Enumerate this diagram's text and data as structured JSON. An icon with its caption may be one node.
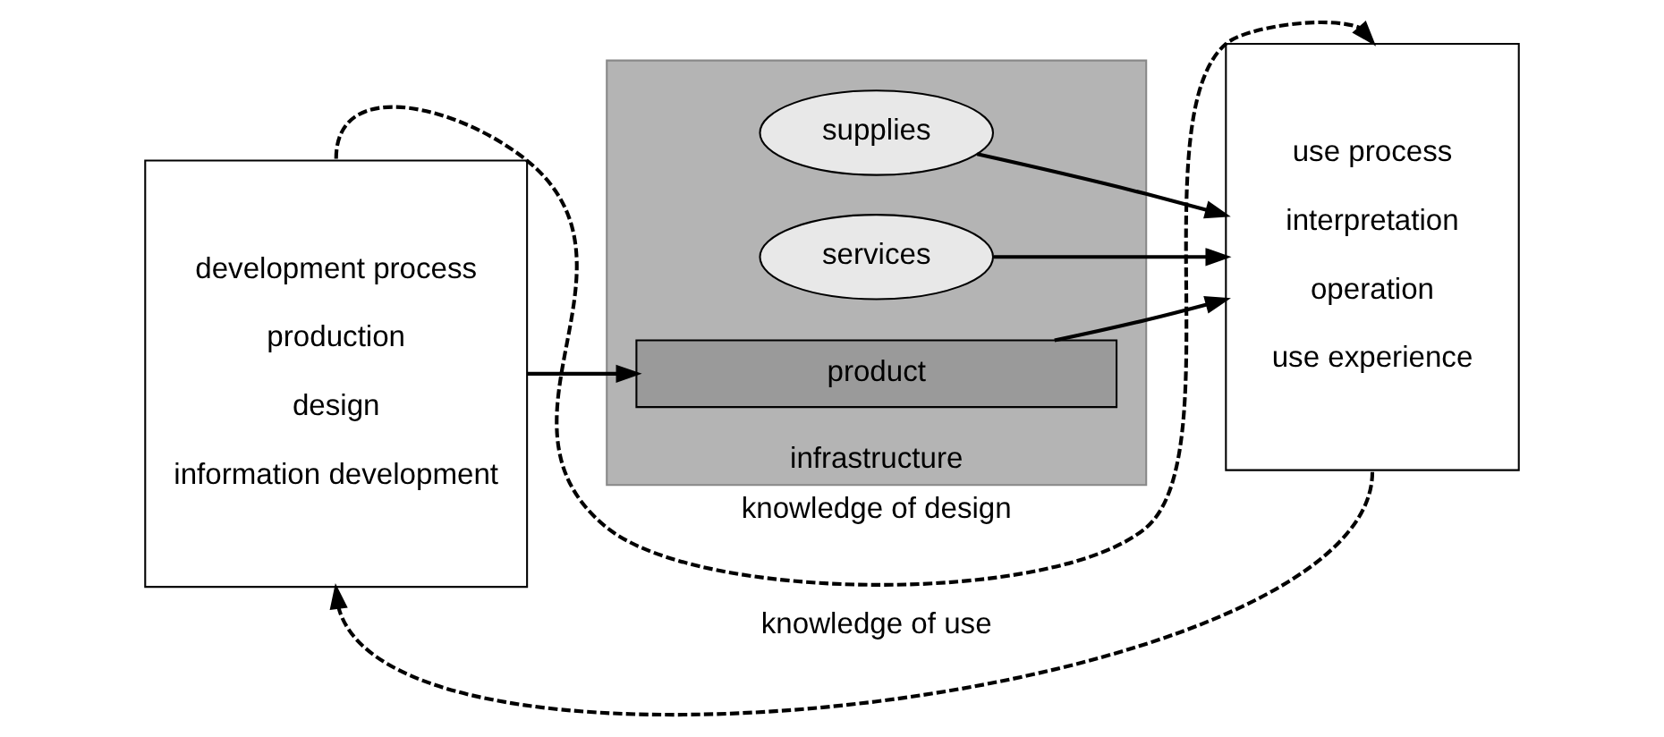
{
  "diagram": {
    "nodes": [
      {
        "text": [
          "development process",
          "production",
          "design",
          "information development"
        ]
      },
      {
        "text": [
          "infrastructure"
        ]
      },
      {
        "text": [
          "supplies"
        ],
        "in": 1
      },
      {
        "text": [
          "services"
        ],
        "in": 1
      },
      {
        "text": [
          "product"
        ],
        "in": 1
      },
      {
        "text": [
          "use process",
          "interpretation",
          "operation",
          "use experience"
        ]
      }
    ],
    "edges": [
      {
        "from": 0,
        "to": 5,
        "arrow": "to",
        "style": "dashed",
        "label": "knowledge of design"
      },
      {
        "from": 2,
        "to": 5,
        "arrow": "to"
      },
      {
        "from": 3,
        "to": 5,
        "arrow": "to"
      },
      {
        "from": 0,
        "to": 4,
        "arrow": "to"
      },
      {
        "from": 4,
        "to": 5,
        "arrow": "to"
      },
      {
        "from": 5,
        "to": 0,
        "arrow": "to",
        "style": "dashed",
        "label": "knowledge of use"
      }
    ]
  }
}
